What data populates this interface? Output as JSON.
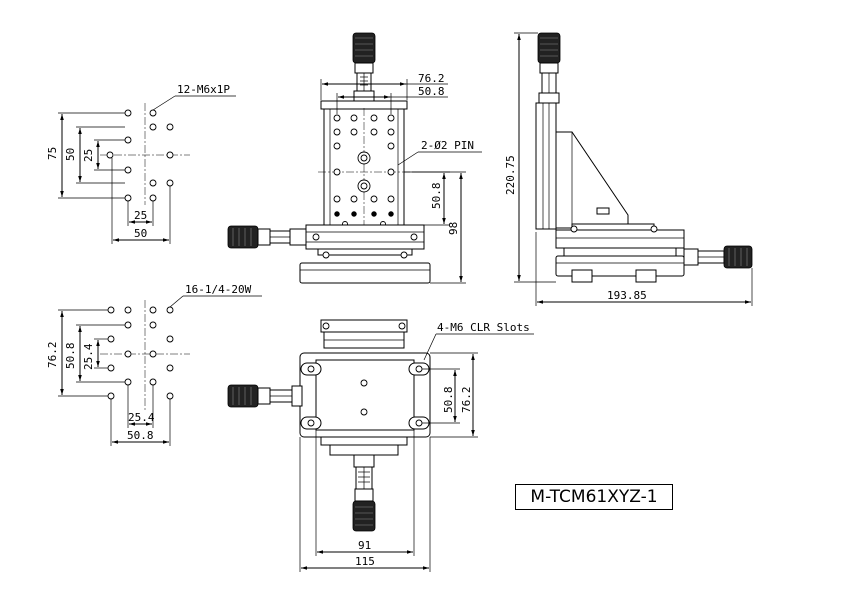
{
  "model": "M-TCM61XYZ-1",
  "pattern_top": {
    "hole_callout": "12-M6x1P",
    "dim_outer_v": "75",
    "dim_mid_v": "50",
    "dim_inner_v": "25",
    "dim_inner_h": "25",
    "dim_outer_h": "50"
  },
  "pattern_bottom": {
    "hole_callout": "16-1/4-20W",
    "dim_outer_v": "76.2",
    "dim_mid_v": "50.8",
    "dim_inner_v": "25.4",
    "dim_inner_h": "25.4",
    "dim_outer_h": "50.8"
  },
  "front_view": {
    "dim_width_outer": "76.2",
    "dim_width_inner": "50.8",
    "pin_callout": "2-Ø2 PIN",
    "dim_pin_height": "50.8",
    "dim_height": "98"
  },
  "side_view": {
    "dim_height": "220.75",
    "dim_length": "193.85"
  },
  "top_view": {
    "slot_callout": "4-M6 CLR Slots",
    "dim_slot_inner": "50.8",
    "dim_slot_outer": "76.2",
    "dim_width_inner": "91",
    "dim_width_outer": "115"
  }
}
